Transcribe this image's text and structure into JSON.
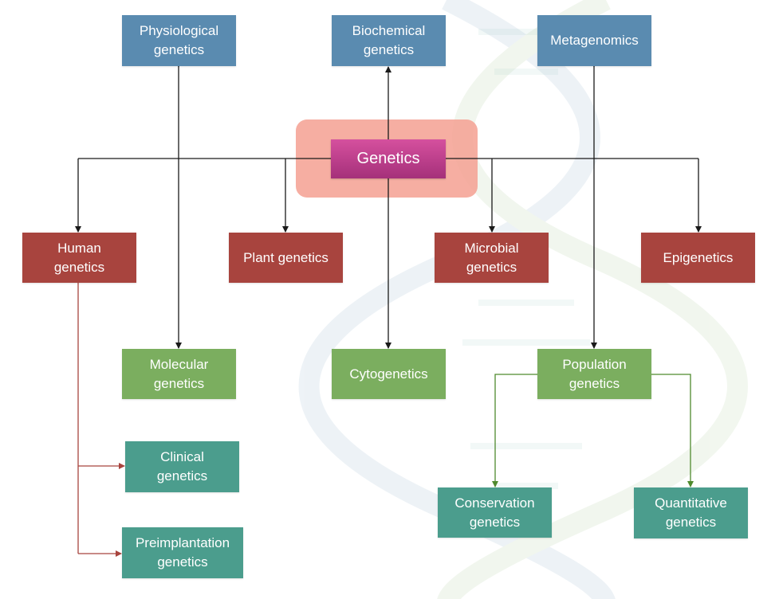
{
  "center": {
    "label": "Genetics"
  },
  "top_row": [
    {
      "id": "physiological",
      "label": "Physiological\ngenetics"
    },
    {
      "id": "biochemical",
      "label": "Biochemical\ngenetics"
    },
    {
      "id": "metagenomics",
      "label": "Metagenomics"
    }
  ],
  "middle_row": [
    {
      "id": "human",
      "label": "Human\ngenetics"
    },
    {
      "id": "plant",
      "label": "Plant genetics"
    },
    {
      "id": "microbial",
      "label": "Microbial\ngenetics"
    },
    {
      "id": "epigenetics",
      "label": "Epigenetics"
    }
  ],
  "lower_row": [
    {
      "id": "molecular",
      "label": "Molecular\ngenetics"
    },
    {
      "id": "cytogenetics",
      "label": "Cytogenetics"
    },
    {
      "id": "population",
      "label": "Population\ngenetics"
    }
  ],
  "sub_nodes": [
    {
      "id": "clinical",
      "label": "Clinical\ngenetics"
    },
    {
      "id": "preimplantation",
      "label": "Preimplantation\ngenetics"
    },
    {
      "id": "conservation",
      "label": "Conservation\ngenetics"
    },
    {
      "id": "quantitative",
      "label": "Quantitative\ngenetics"
    }
  ],
  "colors": {
    "top": "#5a8bb0",
    "middle": "#a8443e",
    "lower": "#7bae5f",
    "sub": "#4b9d8d",
    "center": "#c0418c",
    "connector": "#1a1a1a",
    "human_branch": "#a8443e",
    "population_branch": "#4f8a2e"
  }
}
